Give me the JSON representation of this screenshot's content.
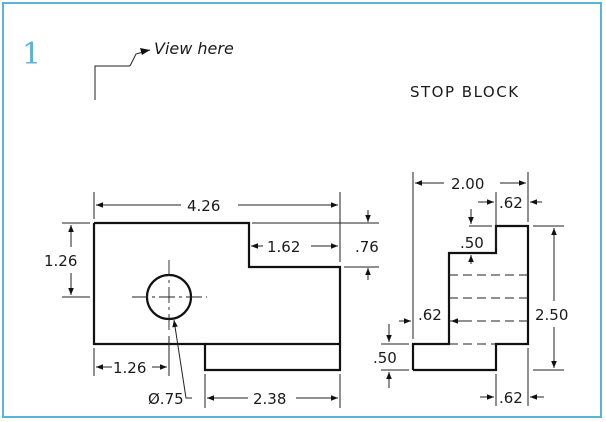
{
  "figure_number": "1",
  "view_note": "View here",
  "title": "STOP BLOCK",
  "accent_color": "#5bb3d8",
  "dimensions": {
    "front_overall_width": "4.26",
    "front_step_width": "1.62",
    "front_step_depth": ".76",
    "front_left_height": "1.26",
    "hole_x": "1.26",
    "hole_diameter": "Ø.75",
    "front_lower_width": "2.38",
    "side_overall_width": "2.00",
    "side_top_width": ".62",
    "side_upper_depth": ".50",
    "side_overall_height": "2.50",
    "side_left_offset": ".62",
    "side_bottom_height": ".50",
    "side_bottom_width": ".62"
  }
}
